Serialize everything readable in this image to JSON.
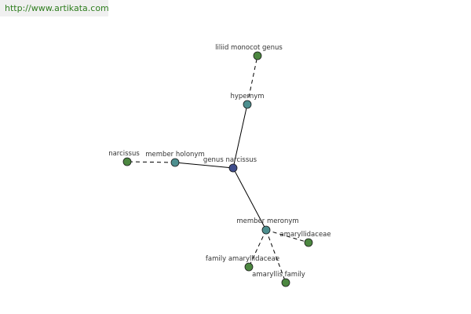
{
  "source_link": "http://www.artikata.com",
  "colors": {
    "central": "#3f4d8c",
    "relation": "#4d8f8f",
    "term": "#4c8740",
    "node_stroke": "#1a1a1a",
    "edge": "#000000"
  },
  "nodes": [
    {
      "id": "genus-narcissus",
      "label": "genus narcissus",
      "kind": "central"
    },
    {
      "id": "hypernym",
      "label": "hypernym",
      "kind": "relation"
    },
    {
      "id": "liliid-monocot-genus",
      "label": "liliid monocot genus",
      "kind": "term"
    },
    {
      "id": "member-holonym",
      "label": "member holonym",
      "kind": "relation"
    },
    {
      "id": "narcissus",
      "label": "narcissus",
      "kind": "term"
    },
    {
      "id": "member-meronym",
      "label": "member meronym",
      "kind": "relation"
    },
    {
      "id": "amaryllidaceae",
      "label": "amaryllidaceae",
      "kind": "term"
    },
    {
      "id": "family-amaryllidaceae",
      "label": "family amaryllidaceae",
      "kind": "term"
    },
    {
      "id": "amaryllis-family",
      "label": "amaryllis family",
      "kind": "term"
    }
  ],
  "edges": [
    {
      "from": "genus-narcissus",
      "to": "hypernym",
      "style": "solid"
    },
    {
      "from": "genus-narcissus",
      "to": "member-holonym",
      "style": "solid"
    },
    {
      "from": "genus-narcissus",
      "to": "member-meronym",
      "style": "solid"
    },
    {
      "from": "hypernym",
      "to": "liliid-monocot-genus",
      "style": "dashed"
    },
    {
      "from": "member-holonym",
      "to": "narcissus",
      "style": "dashed"
    },
    {
      "from": "member-meronym",
      "to": "amaryllidaceae",
      "style": "dashed"
    },
    {
      "from": "member-meronym",
      "to": "family-amaryllidaceae",
      "style": "dashed"
    },
    {
      "from": "member-meronym",
      "to": "amaryllis-family",
      "style": "dashed"
    }
  ]
}
